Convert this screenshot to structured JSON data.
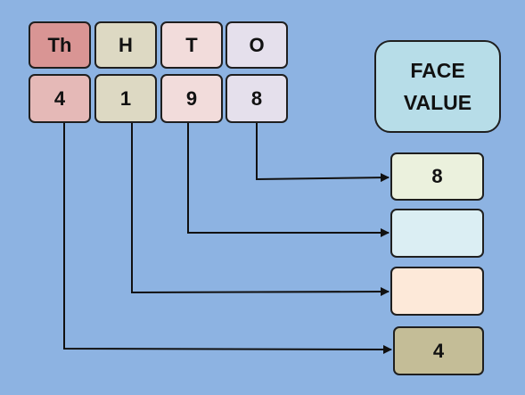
{
  "place_headers": [
    {
      "label": "Th",
      "color": "#d99594"
    },
    {
      "label": "H",
      "color": "#ddd9c3"
    },
    {
      "label": "T",
      "color": "#f2dcdb"
    },
    {
      "label": "O",
      "color": "#e5e0ec"
    }
  ],
  "digits": [
    {
      "value": "4",
      "color": "#e5b9b7"
    },
    {
      "value": "1",
      "color": "#ddd9c3"
    },
    {
      "value": "9",
      "color": "#f2dcdb"
    },
    {
      "value": "8",
      "color": "#e5e0ec"
    }
  ],
  "title": {
    "line1": "FACE",
    "line2": "VALUE"
  },
  "answers": [
    {
      "value": "8",
      "color": "#ebf1dd"
    },
    {
      "value": "",
      "color": "#dbeef3"
    },
    {
      "value": "",
      "color": "#fde9d9"
    },
    {
      "value": "4",
      "color": "#c4bd97"
    }
  ],
  "colors": {
    "background": "#8db3e2",
    "line": "#111111"
  }
}
